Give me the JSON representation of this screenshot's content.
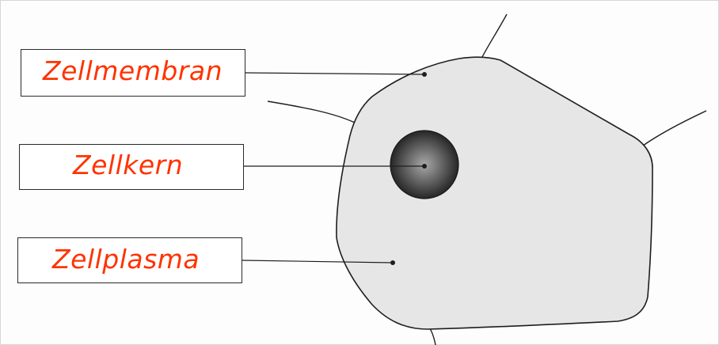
{
  "diagram": {
    "labels": [
      {
        "id": "zellmembran",
        "text": "Zellmembran"
      },
      {
        "id": "zellkern",
        "text": "Zellkern"
      },
      {
        "id": "zellplasma",
        "text": "Zellplasma"
      }
    ]
  },
  "colors": {
    "label_text": "#ff3300",
    "cell_fill": "#e6e6e6",
    "outline": "#1e1e1e",
    "nucleus_dark": "#2a2a2a",
    "nucleus_light": "#9a9a9a"
  }
}
